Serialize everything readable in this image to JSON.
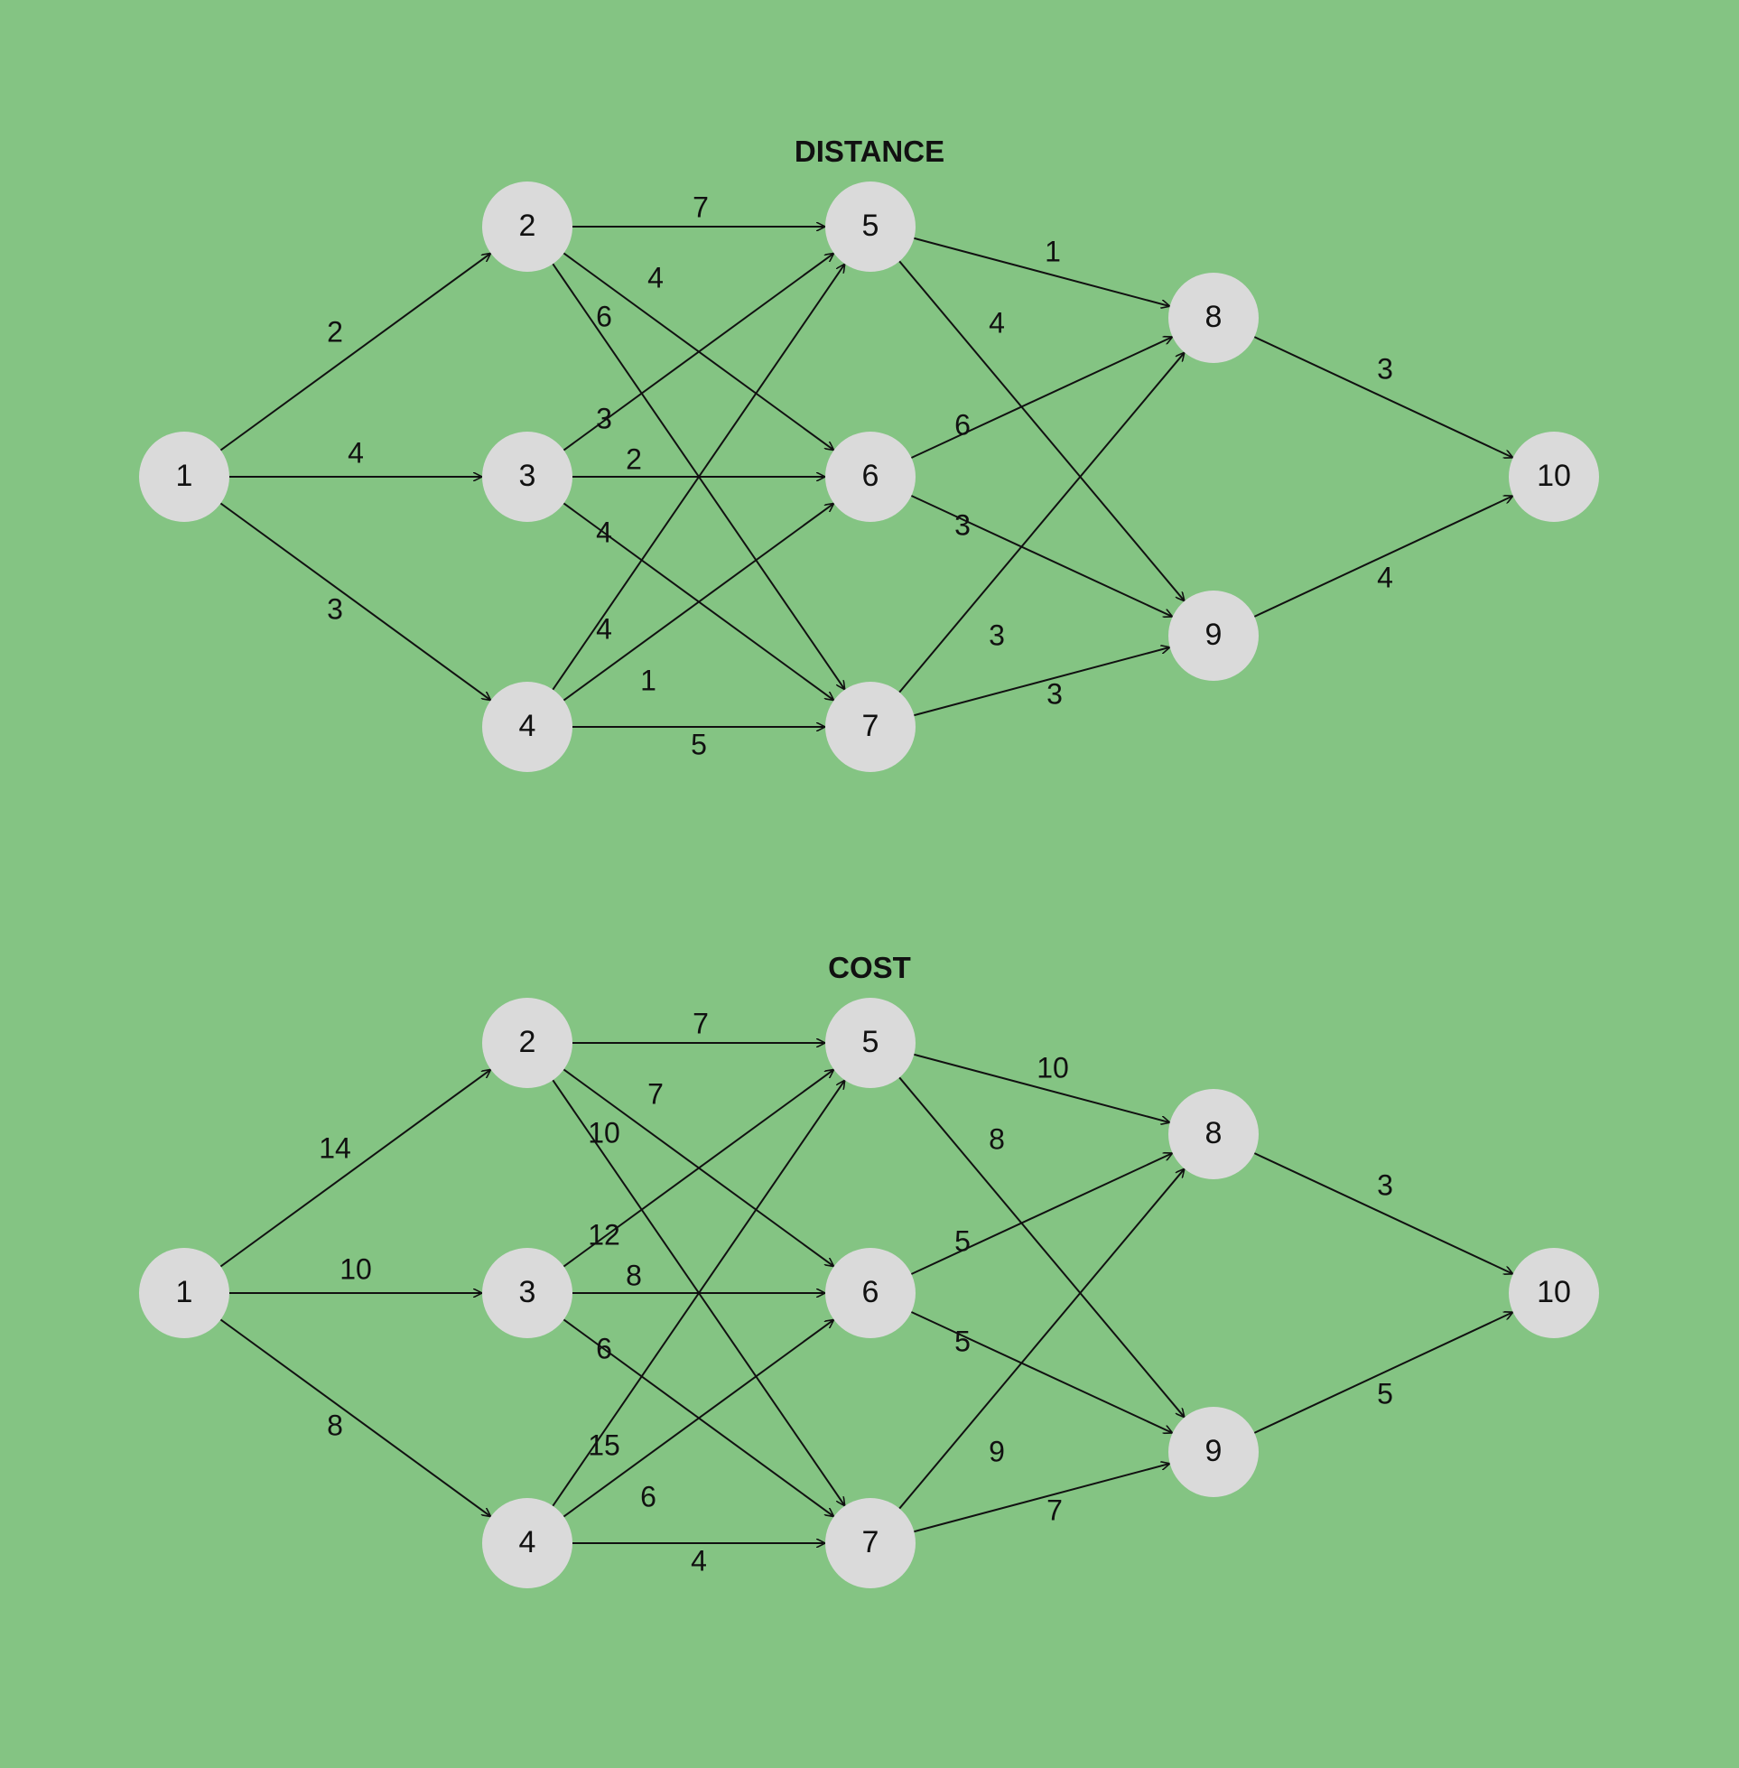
{
  "colors": {
    "background": "#84c483",
    "node_fill": "#dadada",
    "edge": "#111111",
    "text": "#111111"
  },
  "graphs": [
    {
      "id": "distance",
      "title": "DISTANCE",
      "nodes": [
        "1",
        "2",
        "3",
        "4",
        "5",
        "6",
        "7",
        "8",
        "9",
        "10"
      ],
      "edges": [
        {
          "from": "1",
          "to": "2",
          "label": "2"
        },
        {
          "from": "1",
          "to": "3",
          "label": "4"
        },
        {
          "from": "1",
          "to": "4",
          "label": "3"
        },
        {
          "from": "2",
          "to": "5",
          "label": "7"
        },
        {
          "from": "2",
          "to": "6",
          "label": "4"
        },
        {
          "from": "2",
          "to": "7",
          "label": "6"
        },
        {
          "from": "3",
          "to": "5",
          "label": "3"
        },
        {
          "from": "3",
          "to": "6",
          "label": "2"
        },
        {
          "from": "3",
          "to": "7",
          "label": "4"
        },
        {
          "from": "4",
          "to": "5",
          "label": "4"
        },
        {
          "from": "4",
          "to": "6",
          "label": "1"
        },
        {
          "from": "4",
          "to": "7",
          "label": "5"
        },
        {
          "from": "5",
          "to": "8",
          "label": "1"
        },
        {
          "from": "5",
          "to": "9",
          "label": "4"
        },
        {
          "from": "6",
          "to": "8",
          "label": "6"
        },
        {
          "from": "6",
          "to": "9",
          "label": "3"
        },
        {
          "from": "7",
          "to": "8",
          "label": "3"
        },
        {
          "from": "7",
          "to": "9",
          "label": "3"
        },
        {
          "from": "8",
          "to": "10",
          "label": "3"
        },
        {
          "from": "9",
          "to": "10",
          "label": "4"
        }
      ]
    },
    {
      "id": "cost",
      "title": "COST",
      "nodes": [
        "1",
        "2",
        "3",
        "4",
        "5",
        "6",
        "7",
        "8",
        "9",
        "10"
      ],
      "edges": [
        {
          "from": "1",
          "to": "2",
          "label": "14"
        },
        {
          "from": "1",
          "to": "3",
          "label": "10"
        },
        {
          "from": "1",
          "to": "4",
          "label": "8"
        },
        {
          "from": "2",
          "to": "5",
          "label": "7"
        },
        {
          "from": "2",
          "to": "6",
          "label": "7"
        },
        {
          "from": "2",
          "to": "7",
          "label": "10"
        },
        {
          "from": "3",
          "to": "5",
          "label": "12"
        },
        {
          "from": "3",
          "to": "6",
          "label": "8"
        },
        {
          "from": "3",
          "to": "7",
          "label": "6"
        },
        {
          "from": "4",
          "to": "5",
          "label": "15"
        },
        {
          "from": "4",
          "to": "6",
          "label": "6"
        },
        {
          "from": "4",
          "to": "7",
          "label": "4"
        },
        {
          "from": "5",
          "to": "8",
          "label": "10"
        },
        {
          "from": "5",
          "to": "9",
          "label": "8"
        },
        {
          "from": "6",
          "to": "8",
          "label": "5"
        },
        {
          "from": "6",
          "to": "9",
          "label": "5"
        },
        {
          "from": "7",
          "to": "8",
          "label": "9"
        },
        {
          "from": "7",
          "to": "9",
          "label": "7"
        },
        {
          "from": "8",
          "to": "10",
          "label": "3"
        },
        {
          "from": "9",
          "to": "10",
          "label": "5"
        }
      ]
    }
  ]
}
